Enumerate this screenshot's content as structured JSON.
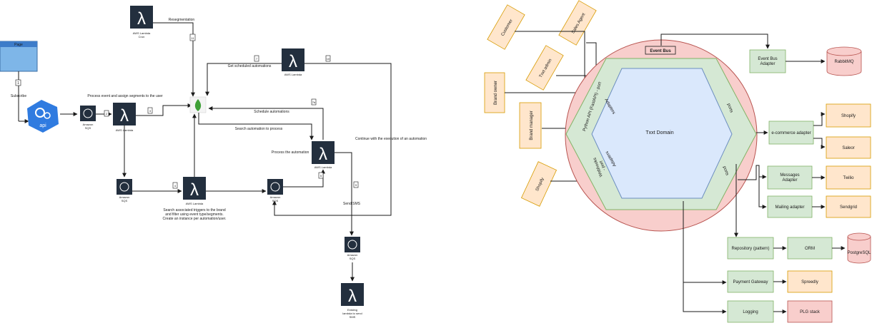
{
  "left": {
    "page_box": {
      "title": "Page"
    },
    "subscribe": "Subscribe",
    "api": "api",
    "resegmentation": "Resegmentation",
    "lambda_cron": "AWS Lambda\nCron",
    "process_assign": "Process event and assign segments to the user",
    "sqs_label": "Amazon\nSQS",
    "lambda_label": "AWS Lambda",
    "get_scheduled": "Get scheduled automations",
    "schedule_automations": "Schedule automations",
    "search_automation": "Search automation to process",
    "process_automation": "Process the automation",
    "continue_exec": "Continue with the execution of an automation",
    "search_triggers_1": "Search associated triggers to the brand",
    "search_triggers_2": "and filter using event type/segments.",
    "search_triggers_3": "Create an instance per automation/user.",
    "send_sms": "Send SMS",
    "existing_lambda": "Existing\nlambda to send\nSMS",
    "steps": [
      "1",
      "2",
      "3",
      "4",
      "5",
      "7",
      "7b",
      "8",
      "9",
      "10",
      "11"
    ]
  },
  "right": {
    "actors": [
      "Customer",
      "Sales Agent",
      "Txxt admin",
      "Brand owner",
      "Brand manager",
      "Shopify"
    ],
    "event_bus": "Event Bus",
    "event_bus_adapter": "Event Bus\nAdapter",
    "rabbitmq": "RabbitMQ",
    "domain": "Txxt Domain",
    "python_api": "Python API (FastAPI) - port",
    "adapters": "Adapters",
    "webhooks": "Webhooks\n- port",
    "ports": "ports",
    "ecommerce_adapter": "e-commerce adapter",
    "shopify": "Shopify",
    "saleor": "Saleor",
    "messages_adapter": "Messages\nAdapter",
    "twilio": "Twilio",
    "mailing_adapter": "Mailing adapter",
    "sendgrid": "Sendgrid",
    "repository": "Repository (pattern)",
    "orm": "ORM",
    "postgresql": "PostgreSQL",
    "payment_gateway": "Payment Gateway",
    "spreedly": "Spreedly",
    "logging": "Logging",
    "plg_stack": "PLG stack"
  },
  "colors": {
    "orange_fill": "#ffe6cc",
    "green_fill": "#d5e8d4",
    "red_fill": "#f8cecc",
    "blue_fill": "#dae8fc",
    "aws_dark": "#232f3e"
  }
}
